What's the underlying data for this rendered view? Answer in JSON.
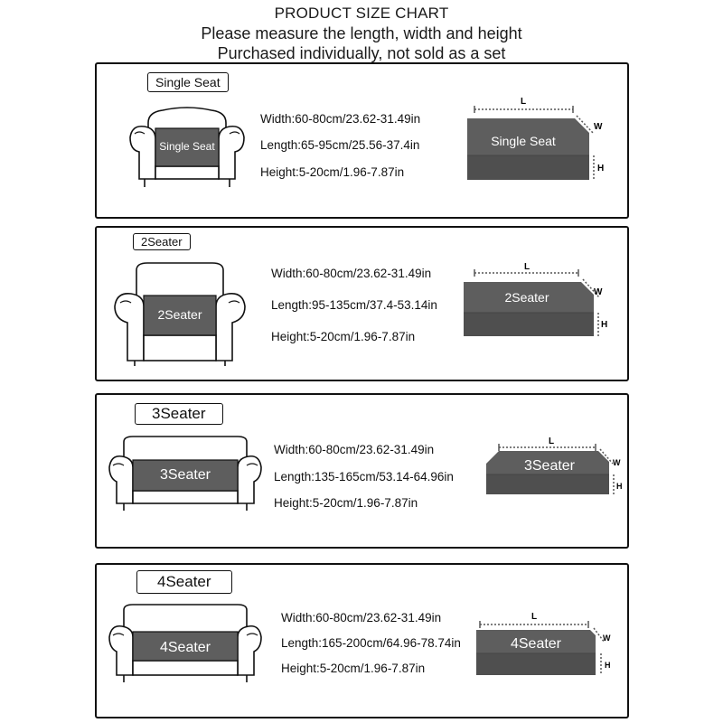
{
  "header": {
    "title": "PRODUCT SIZE CHART",
    "line2": "Please measure the length, width and height",
    "line3": "Purchased individually, not sold as a set"
  },
  "colors": {
    "cushion": "#5e5e5e",
    "cushion_dark": "#4f4f4f",
    "outline": "#111111"
  },
  "dimension_letters": {
    "length": "L",
    "width": "W",
    "height": "H"
  },
  "panels": [
    {
      "label": "Single Seat",
      "seat_text": "Single Seat",
      "width": "Width:60-80cm/23.62-31.49in",
      "length": "Length:65-95cm/25.56-37.4in",
      "height": "Height:5-20cm/1.96-7.87in"
    },
    {
      "label": "2Seater",
      "seat_text": "2Seater",
      "width": "Width:60-80cm/23.62-31.49in",
      "length": "Length:95-135cm/37.4-53.14in",
      "height": "Height:5-20cm/1.96-7.87in"
    },
    {
      "label": "3Seater",
      "seat_text": "3Seater",
      "width": "Width:60-80cm/23.62-31.49in",
      "length": "Length:135-165cm/53.14-64.96in",
      "height": "Height:5-20cm/1.96-7.87in"
    },
    {
      "label": "4Seater",
      "seat_text": "4Seater",
      "width": "Width:60-80cm/23.62-31.49in",
      "length": "Length:165-200cm/64.96-78.74in",
      "height": "Height:5-20cm/1.96-7.87in"
    }
  ]
}
